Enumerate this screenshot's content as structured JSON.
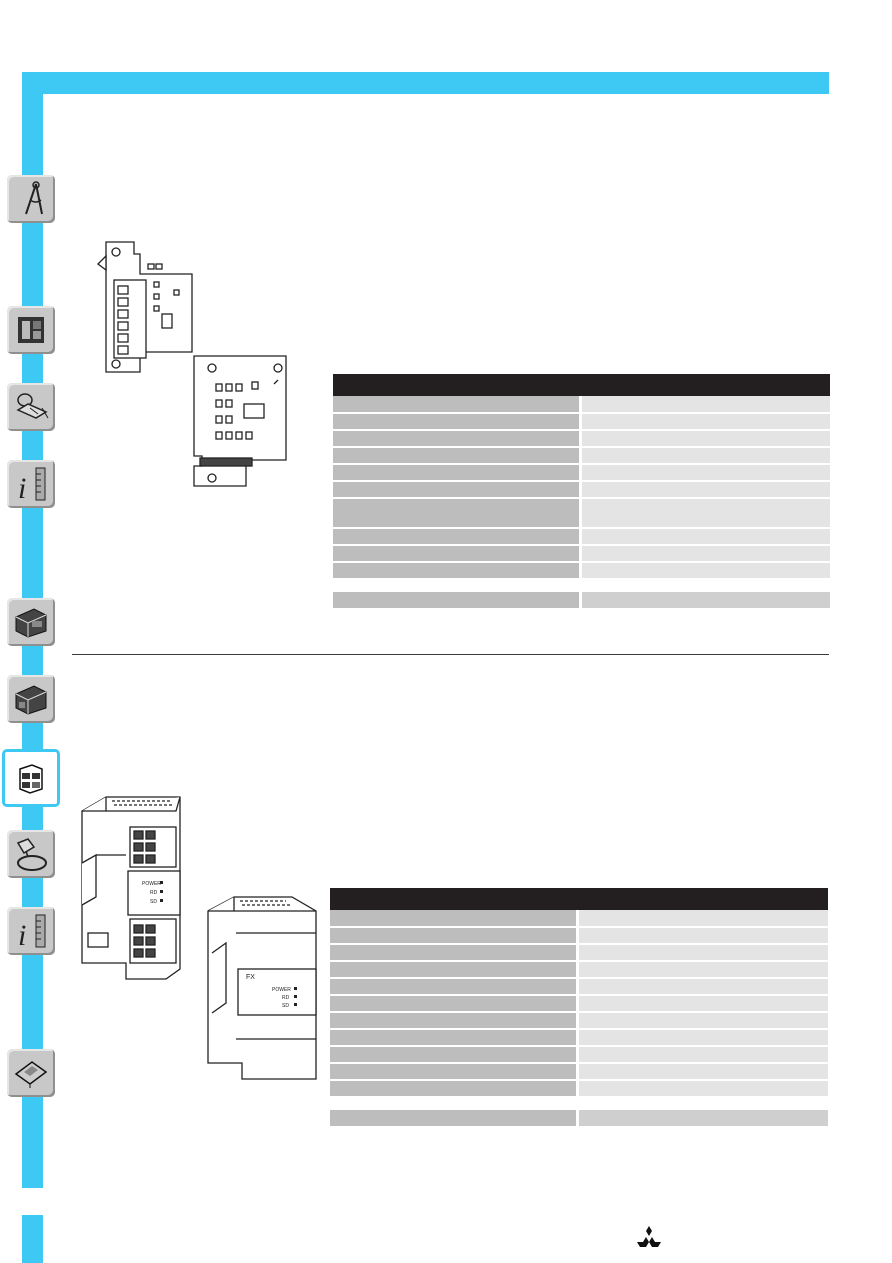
{
  "page": {
    "frame_color": "#3ec9f4",
    "header_color": "#231f20",
    "label_cell_color": "#bdbdbe",
    "value_cell_color": "#e4e4e5"
  },
  "sidebar": {
    "tabs": [
      {
        "icon": "compass-icon",
        "active": false
      },
      {
        "icon": "plc-unit-icon",
        "active": false
      },
      {
        "icon": "handheld-programmer-icon",
        "active": false
      },
      {
        "icon": "info-ruler-icon",
        "active": false
      },
      {
        "icon": "plc-module-icon",
        "active": false
      },
      {
        "icon": "plc-module-icon",
        "active": false
      },
      {
        "icon": "compact-plc-icon",
        "active": true
      },
      {
        "icon": "cable-connector-icon",
        "active": false
      },
      {
        "icon": "info-ruler-icon",
        "active": false
      },
      {
        "icon": "floppy-disk-icon",
        "active": false
      }
    ]
  },
  "section1": {
    "image": "communication-adapter-boards-illustration",
    "table_rows": 10,
    "tall_row_index": 6,
    "extra_rows": 1
  },
  "section2": {
    "image": "expansion-modules-illustration",
    "module_labels": {
      "left_power": "POWER",
      "left_rd": "RD",
      "left_sd": "SD",
      "right_model": "FX",
      "right_power": "POWER",
      "right_rd": "RD",
      "right_sd": "SD"
    },
    "table_rows": 11,
    "extra_rows": 1
  },
  "footer": {
    "logo": "mitsubishi-logo"
  }
}
